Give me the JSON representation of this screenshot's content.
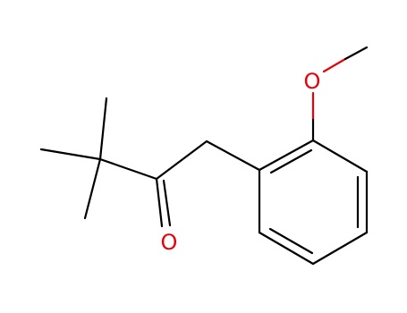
{
  "molecule": {
    "atoms": [
      {
        "id": "ketone-oxygen",
        "symbol": "O",
        "color": "#e8000b"
      },
      {
        "id": "ether-oxygen",
        "symbol": "O",
        "color": "#e8000b"
      }
    ]
  },
  "colors": {
    "bond": "#000000",
    "heteroatom": "#e8000b",
    "background": "#ffffff"
  }
}
